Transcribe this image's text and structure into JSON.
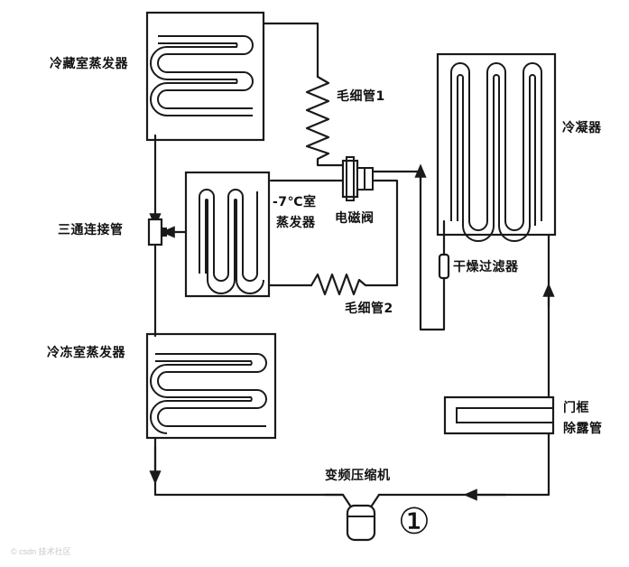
{
  "labels": {
    "fridge_evaporator": "冷藏室蒸发器",
    "capillary_1": "毛细管1",
    "solenoid_valve": "电磁阀",
    "minus7_room": "-7℃室",
    "minus7_evaporator": "蒸发器",
    "tee_connector": "三通连接管",
    "condenser": "冷凝器",
    "dryer_filter": "干燥过滤器",
    "capillary_2": "毛细管2",
    "freezer_evaporator": "冷冻室蒸发器",
    "door_frame": "门框",
    "anti_dew_pipe": "除露管",
    "inverter_compressor": "变频压缩机",
    "figure_number": "①",
    "watermark": "© csdn 技术社区"
  },
  "colors": {
    "line": "#1a1a1a",
    "background": "#ffffff"
  }
}
